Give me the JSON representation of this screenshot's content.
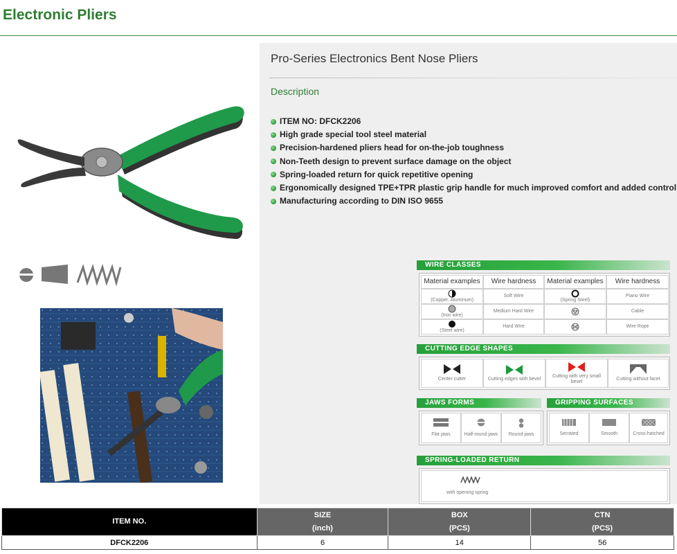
{
  "page": {
    "title": "Electronic Pliers"
  },
  "product": {
    "name": "Pro-Series Electronics Bent Nose Pliers",
    "description_heading": "Description",
    "features": [
      "ITEM NO: DFCK2206",
      "High grade special tool steel material",
      "Precision-hardened pliers head for on-the-job toughness",
      "Non-Teeth design to prevent surface damage on the object",
      "Spring-loaded return for quick repetitive opening",
      "Ergonomically designed TPE+TPR plastic grip handle for much improved comfort and added control",
      "Manufacturing according to DIN ISO 9655"
    ]
  },
  "spec_sheet": {
    "wire_classes": {
      "title": "WIRE CLASSES",
      "headers": [
        "Material examples",
        "Wire hardness",
        "Material examples",
        "Wire hardness"
      ],
      "rows": [
        [
          "(Copper, Aluminum)",
          "Soft Wire",
          "(Spring Steel)",
          "Piano Wire"
        ],
        [
          "(Iron wire)",
          "Medium Hard Wire",
          "",
          "Cable"
        ],
        [
          "(Steel wire)",
          "Hard Wire",
          "",
          "Wire Rope"
        ]
      ]
    },
    "cutting_edge": {
      "title": "CUTTING EDGE SHAPES",
      "items": [
        "Center cutter",
        "Cutting edges with bevel",
        "Cutting with very small bevel",
        "Cutting without facet"
      ]
    },
    "jaws_forms": {
      "title": "JAWS FORMS",
      "items": [
        "Flat jaws",
        "Half-round jaws",
        "Round jaws"
      ]
    },
    "gripping": {
      "title": "GRIPPING SURFACES",
      "items": [
        "Serrated",
        "Smooth",
        "Cross-hatched"
      ]
    },
    "spring": {
      "title": "SPRING-LOADED RETURN",
      "caption": "with opening spring"
    }
  },
  "table": {
    "headers": [
      {
        "line1": "ITEM NO.",
        "line2": ""
      },
      {
        "line1": "SIZE",
        "line2": "(inch)"
      },
      {
        "line1": "BOX",
        "line2": "(PCS)"
      },
      {
        "line1": "CTN",
        "line2": "(PCS)"
      }
    ],
    "rows": [
      {
        "item": "DFCK2206",
        "size": "6",
        "box": "14",
        "ctn": "56"
      }
    ]
  },
  "colors": {
    "accent_green": "#2e7d32",
    "handle_green": "#1f9a4a",
    "header_gray": "#666666"
  }
}
